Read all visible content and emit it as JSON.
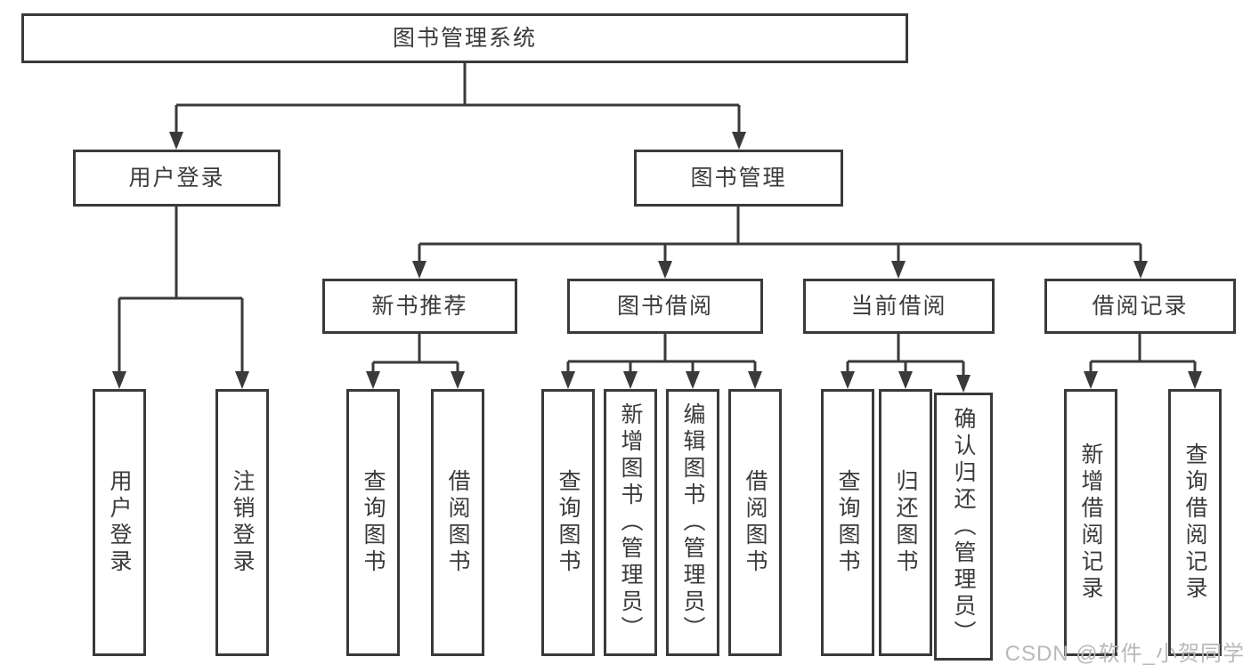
{
  "tree": {
    "label": "图书管理系统",
    "children": [
      {
        "label": "用户登录",
        "children": [
          {
            "label": "用户登录"
          },
          {
            "label": "注销登录"
          }
        ]
      },
      {
        "label": "图书管理",
        "children": [
          {
            "label": "新书推荐",
            "children": [
              {
                "label": "查询图书"
              },
              {
                "label": "借阅图书"
              }
            ]
          },
          {
            "label": "图书借阅",
            "children": [
              {
                "label": "查询图书"
              },
              {
                "label": "新增图书（管理员）"
              },
              {
                "label": "编辑图书（管理员）"
              },
              {
                "label": "借阅图书"
              }
            ]
          },
          {
            "label": "当前借阅",
            "children": [
              {
                "label": "查询图书"
              },
              {
                "label": "归还图书"
              },
              {
                "label": "确认归还（管理员）"
              }
            ]
          },
          {
            "label": "借阅记录",
            "children": [
              {
                "label": "新增借阅记录"
              },
              {
                "label": "查询借阅记录"
              }
            ]
          }
        ]
      }
    ]
  },
  "watermark": {
    "text": "CSDN @软件_小贺同学"
  },
  "colors": {
    "line": "#3a3a3a",
    "border": "#3a3a3a",
    "text": "#3b3b3b",
    "watermark": "#b9b9b9",
    "background": "#ffffff"
  }
}
